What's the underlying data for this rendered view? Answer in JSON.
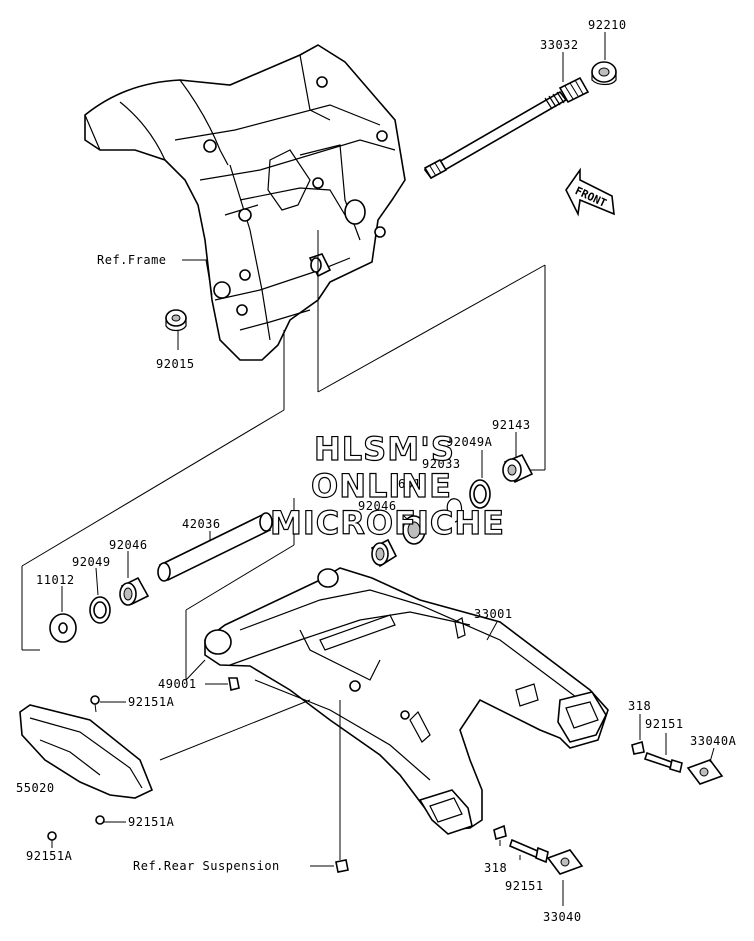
{
  "diagram": {
    "labels": {
      "p92210": "92210",
      "p33032": "33032",
      "ref_frame": "Ref.Frame",
      "p92015": "92015",
      "p92143": "92143",
      "p92049A": "92049A",
      "p92033": "92033",
      "p601": "601",
      "p92046_upper": "92046",
      "p42036": "42036",
      "p92046_left": "92046",
      "p92049": "92049",
      "p11012": "11012",
      "p33001": "33001",
      "p49001": "49001",
      "p92151A_top": "92151A",
      "p55020": "55020",
      "p92151A_bottom": "92151A",
      "p92151A_left": "92151A",
      "ref_rear_suspension": "Ref.Rear Suspension",
      "p318_upper": "318",
      "p92151_upper": "92151",
      "p33040A": "33040A",
      "p318_lower": "318",
      "p92151_lower": "92151",
      "p33040": "33040"
    },
    "front_arrow": "FRONT",
    "watermark": {
      "line1": "HLSM'S",
      "line2": "ONLINE",
      "line3": "MICROFICHE"
    }
  }
}
